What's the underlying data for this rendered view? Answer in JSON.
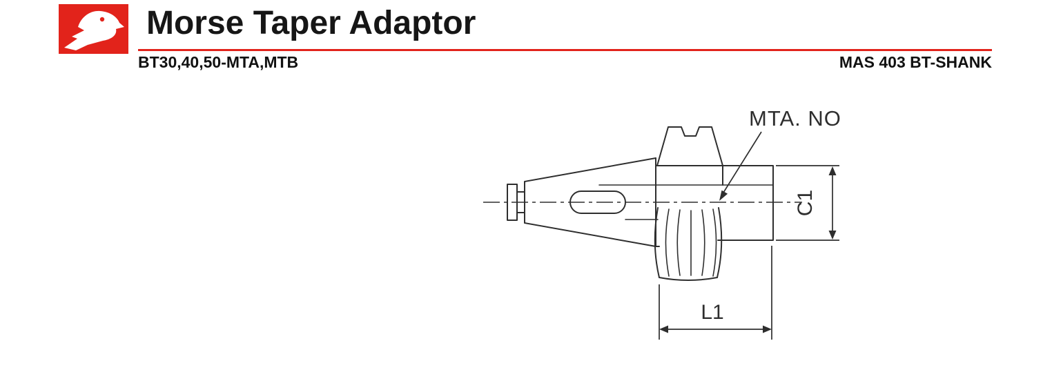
{
  "header": {
    "logo_icon": "eagle-logo",
    "title": "Morse Taper Adaptor",
    "subtitle_left": "BT30,40,50-MTA,MTB",
    "subtitle_right": "MAS 403 BT-SHANK",
    "accent_color": "#e2231b"
  },
  "drawing": {
    "line_color": "#2e2e2e",
    "labels": {
      "mta_no": "MTA. NO",
      "c1": "C1",
      "l1": "L1"
    }
  }
}
